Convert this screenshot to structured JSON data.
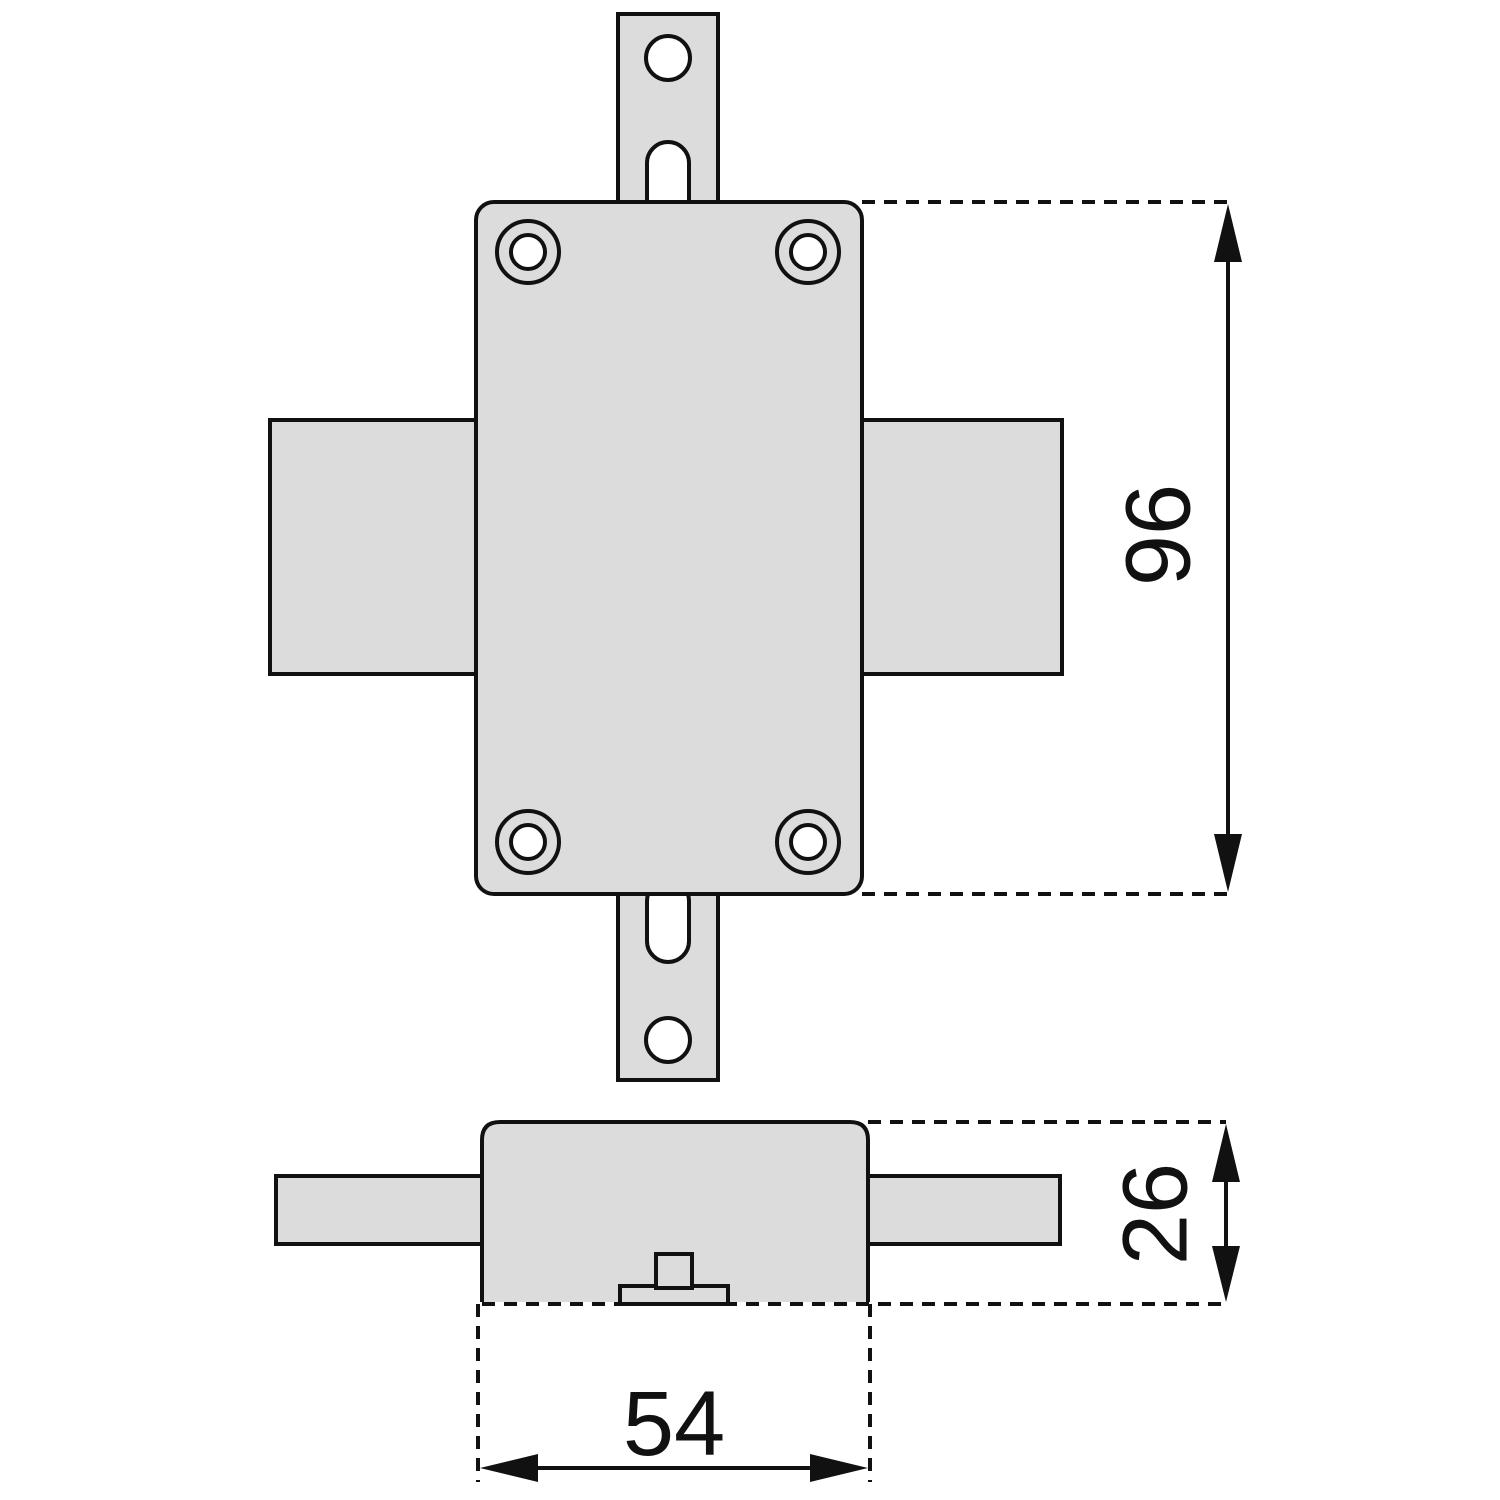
{
  "drawing": {
    "part": "rim lock",
    "views": [
      "front",
      "bottom"
    ]
  },
  "dimensions": {
    "height": "96",
    "depth": "26",
    "width": "54"
  },
  "colors": {
    "fill": "#dcdcdc",
    "stroke": "#111111",
    "background": "#ffffff"
  }
}
